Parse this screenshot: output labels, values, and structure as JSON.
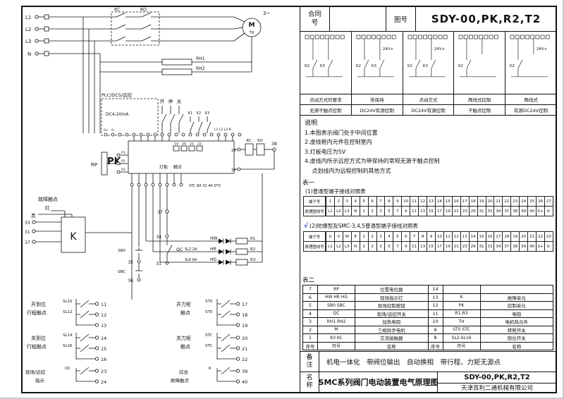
{
  "colors": {
    "ink": "#111111",
    "check_blue": "#2233cc"
  },
  "title_block": {
    "contract_label": "合同号",
    "figure_label": "图号",
    "figure_number": "SDY-00,PK,R2,T2"
  },
  "modes": [
    {
      "cap1": "点动方式的要求",
      "cap2": "无源干触点控制",
      "k_labels": [
        "K2",
        "K3"
      ],
      "supply": ""
    },
    {
      "cap1": "带保持",
      "cap2": "DC24V有源控制",
      "k_labels": [
        "K2",
        "K3"
      ],
      "supply": "24V+"
    },
    {
      "cap1": "点动方式",
      "cap2": "DC24V有源控制",
      "k_labels": [
        "K2",
        "K3"
      ],
      "supply": "24V+"
    },
    {
      "cap1": "两线式控制",
      "cap2": "干触点控制",
      "k_labels": [
        "K2"
      ],
      "supply": ""
    },
    {
      "cap1": "两线式",
      "cap2": "有源DC24V控制",
      "k_labels": [
        "K2"
      ],
      "supply": "24V+"
    }
  ],
  "notes": {
    "heading": "说明",
    "lines": [
      "1.本图表示阀门处于中间位置",
      "2.虚线框内元件在控制室内",
      "3.灯板电压为5V",
      "4.虚线内所示远控方式为带保持的常规无源干触点控制",
      "　 点划线内为远程控制的其他方式"
    ]
  },
  "table1": {
    "label": "表一",
    "sub1": "(1)普通型端子接线对照表",
    "check": "√",
    "sub2": "(2)防爆型及SMC-3,4,5普通型端子接线对照表",
    "head1": "端子号",
    "head2": "原理图线号",
    "strips": [
      {
        "terminals": [
          "1",
          "2",
          "3",
          "4",
          "5",
          "6",
          "7",
          "8",
          "9",
          "10",
          "11",
          "12",
          "13",
          "14",
          "15",
          "16",
          "17",
          "18",
          "19",
          "20",
          "21",
          "22",
          "23",
          "24",
          "25",
          "26",
          "27"
        ],
        "wires": [
          "L1",
          "L2",
          "L3",
          "N",
          "1",
          "2",
          "3",
          "5",
          "7",
          "9",
          "11",
          "13",
          "15",
          "17",
          "19",
          "21",
          "23",
          "29",
          "31",
          "33",
          "34",
          "37",
          "38",
          "39",
          "40",
          "0+",
          "0-"
        ]
      },
      {
        "terminals": [
          "U",
          "V",
          "W",
          "E",
          "1",
          "2",
          "3",
          "4",
          "5",
          "6",
          "7",
          "8",
          "9",
          "10",
          "11",
          "12",
          "13",
          "14",
          "15",
          "16",
          "17",
          "18",
          "19",
          "20",
          "21",
          "22",
          "23"
        ],
        "wires": [
          "L1",
          "L2",
          "L3",
          "N",
          "1",
          "2",
          "3",
          "5",
          "7",
          "9",
          "11",
          "13",
          "15",
          "17",
          "19",
          "21",
          "23",
          "29",
          "31",
          "33",
          "34",
          "37",
          "38",
          "39",
          "40",
          "0+",
          "0-"
        ]
      }
    ]
  },
  "table2": {
    "label": "表二",
    "left_rows": [
      {
        "no": "7",
        "sym": "RP",
        "name": "位置电位器"
      },
      {
        "no": "6",
        "sym": "HW HR HG",
        "name": "现场指示灯"
      },
      {
        "no": "5",
        "sym": "SB0 SBC",
        "name": "现场控制按钮"
      },
      {
        "no": "4",
        "sym": "QC",
        "name": "现场/远控开关"
      },
      {
        "no": "3",
        "sym": "RH1 RH2",
        "name": "加热电阻"
      },
      {
        "no": "2",
        "sym": "M",
        "name": "三相异步电机"
      },
      {
        "no": "1",
        "sym": "K0 KC",
        "name": "交流接触器"
      }
    ],
    "right_rows": [
      {
        "no": "14",
        "sym": "",
        "name": ""
      },
      {
        "no": "13",
        "sym": "K",
        "name": "故障单元"
      },
      {
        "no": "12",
        "sym": "PK",
        "name": "控制单元"
      },
      {
        "no": "11",
        "sym": "R1-R3",
        "name": "电阻"
      },
      {
        "no": "10",
        "sym": "TH",
        "name": "电机热元件"
      },
      {
        "no": "9",
        "sym": "ST0 STC",
        "name": "转矩开关"
      },
      {
        "no": "8",
        "sym": "SL2-SL16",
        "name": "限位开关"
      }
    ],
    "footer": {
      "no": "序号",
      "sym": "符号",
      "name": "名称"
    }
  },
  "remark": {
    "label": "备注",
    "text": "机电一体化　带阀位输出　自动换相　带行程、力矩无源点"
  },
  "name_block": {
    "label": "名称",
    "product": "SMC系列阀门电动装置电气原理图",
    "drawing_no": "SDY-00,PK,R2,T2",
    "company": "天津百利二通机械有限公司"
  },
  "schematic": {
    "l1": "L1",
    "l2": "L2",
    "l3": "L3",
    "n": "N",
    "kc": "KC",
    "ko": "KO",
    "motor": "M",
    "phase": "3~",
    "th": "TH",
    "rh1": "RH1",
    "rh2": "RH2",
    "plc": "PLC/DCS/远控",
    "dc": "DC4-20mA",
    "sig_plus": "0+",
    "sig_minus": "0-",
    "sw_open": "开",
    "sw_stop": "停",
    "sw_close": "关",
    "k1": "K1",
    "k2": "K2",
    "k3": "K3",
    "bus": "L1 L2 L3 N",
    "pk": "PK",
    "t19": "19",
    "t20": "20",
    "t21": "21",
    "t22": "22",
    "lamp_board": "灯板",
    "contact_word": "触点",
    "n29": "29",
    "n30": "30",
    "n38": "38",
    "rp": "RP",
    "p1": "P1",
    "p2": "P2",
    "p3": "P3",
    "mid_terms": "STC 8A 32 4A ST0",
    "n37": "37",
    "n34": "34",
    "n31": "31",
    "n35": "35",
    "n36": "36",
    "qc": "QC",
    "sb0": "SB0",
    "sbc": "SBC",
    "fault_title": "故障触点",
    "red": "红",
    "black": "黑",
    "k_unit": "K",
    "kt33": "33",
    "kt31": "31",
    "kt37": "37",
    "ind1_lamp": "HW",
    "ind1_res": "R1",
    "ind2_sw": "SL2 2A",
    "ind2_lamp": "HR",
    "ind2_res": "R2",
    "ind3_sw": "SL6 6A",
    "ind3_lamp": "HG",
    "ind3_res": "R3",
    "g1a": "开到位",
    "g1b": "行程触点",
    "g1c1": "SL10",
    "g1c2": "SL12",
    "g1t1": "11",
    "g1t2": "12",
    "g1t3": "13",
    "g2a": "关到位",
    "g2b": "行程触点",
    "g2c1": "SL14",
    "g2c2": "SL16",
    "g2t1": "14",
    "g2t2": "15",
    "g2t3": "16",
    "g3a": "现场/远控",
    "g3b": "指示",
    "g3c1": "QC",
    "g3t1": "23",
    "g3t2": "24",
    "g4a": "开力矩",
    "g4b": "触点",
    "g4c1": "ST0",
    "g4c2": "ST0",
    "g4t1": "17",
    "g4t2": "18",
    "g4t3": "19",
    "g5a": "关力矩",
    "g5b": "触点",
    "g5c1": "STC",
    "g5c2": "STC",
    "g5t1": "20",
    "g5t2": "21",
    "g5t3": "22",
    "g6a": "综合",
    "g6b": "故障触点",
    "g6c1": "K",
    "g6t1": "39",
    "g6t2": "40"
  }
}
